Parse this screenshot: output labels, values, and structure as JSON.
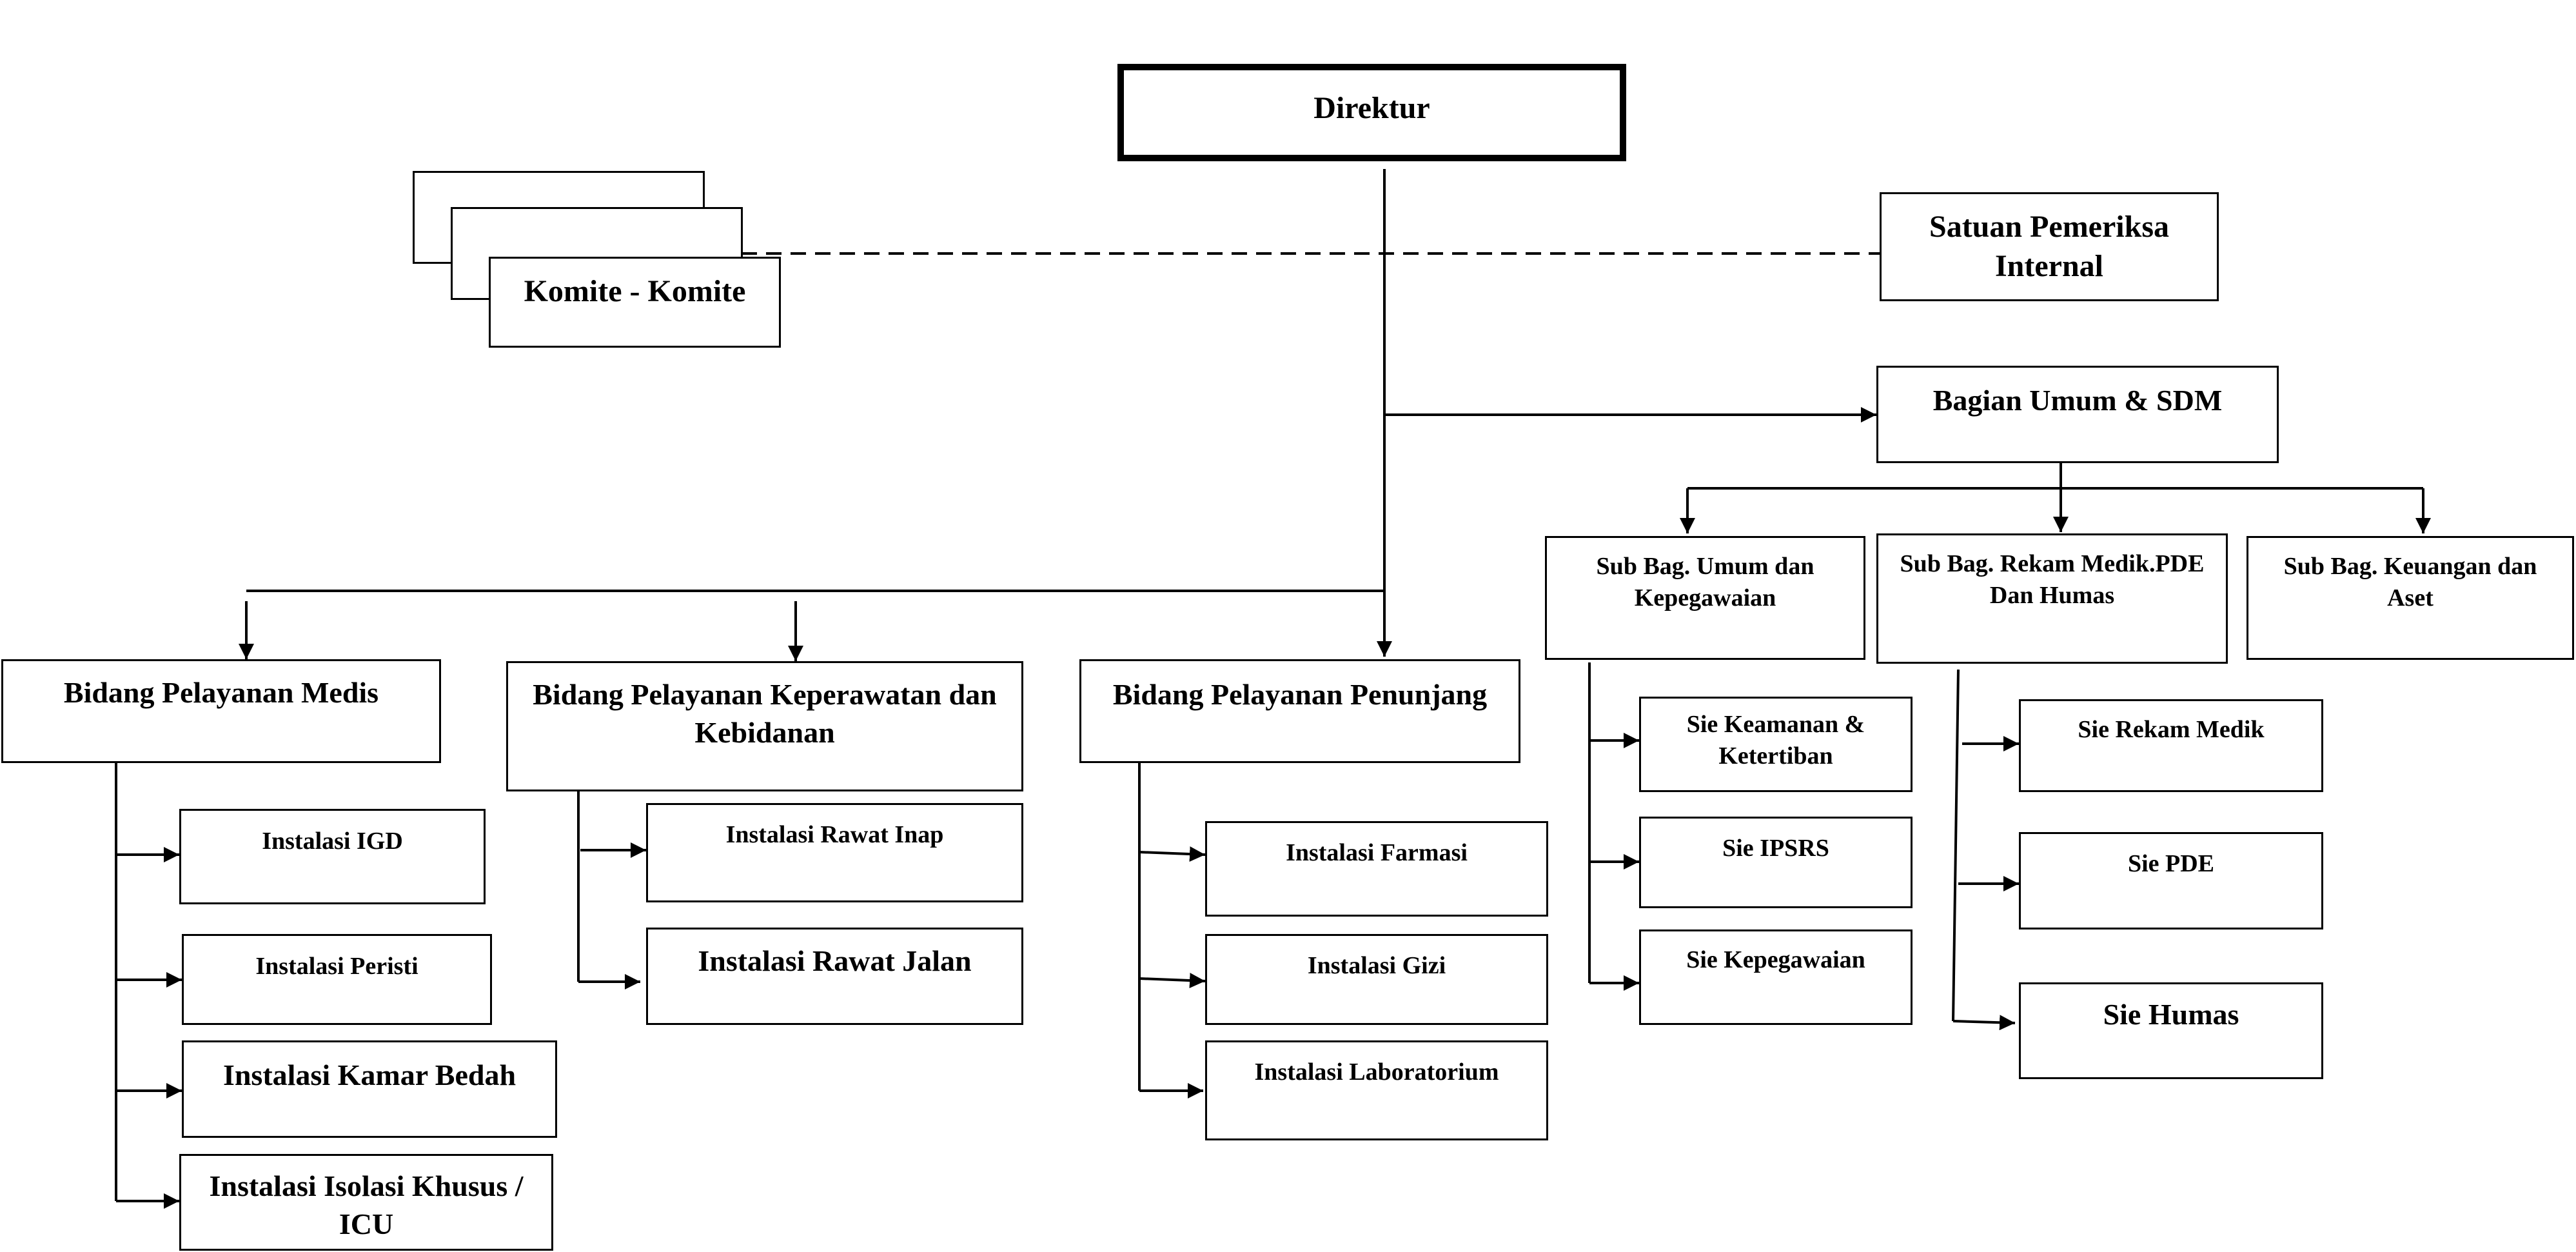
{
  "org": {
    "direktur": "Direktur",
    "komite": "Komite - Komite",
    "spi": "Satuan Pemeriksa Internal",
    "umum_sdm": "Bagian Umum & SDM",
    "sub_umum": "Sub Bag. Umum dan Kepegawaian",
    "sub_rekam": "Sub Bag. Rekam Medik.PDE Dan Humas",
    "sub_keuangan": "Sub Bag. Keuangan dan Aset",
    "bid_medis": "Bidang  Pelayanan Medis",
    "bid_kep": "Bidang  Pelayanan Keperawatan dan Kebidanan",
    "bid_penunjang": "Bidang  Pelayanan Penunjang",
    "inst_igd": "Instalasi IGD",
    "inst_peristi": "Instalasi Peristi",
    "inst_bedah": "Instalasi Kamar Bedah",
    "inst_icu": "Instalasi Isolasi Khusus / ICU",
    "inst_rawat_inap": "Instalasi  Rawat Inap",
    "inst_rawat_jalan": "Instalasi Rawat Jalan",
    "inst_farmasi": "Instalasi Farmasi",
    "inst_gizi": "Instalasi Gizi",
    "inst_lab": "Instalasi Laboratorium",
    "sie_keamanan": "Sie Keamanan & Ketertiban",
    "sie_ipsrs": "Sie IPSRS",
    "sie_kepegawaian": "Sie Kepegawaian",
    "sie_rekam": "Sie Rekam Medik",
    "sie_pde": "Sie PDE",
    "sie_humas": "Sie Humas"
  },
  "colors": {
    "line": "#000000",
    "box_fill": "#ffffff",
    "text": "#000000"
  }
}
